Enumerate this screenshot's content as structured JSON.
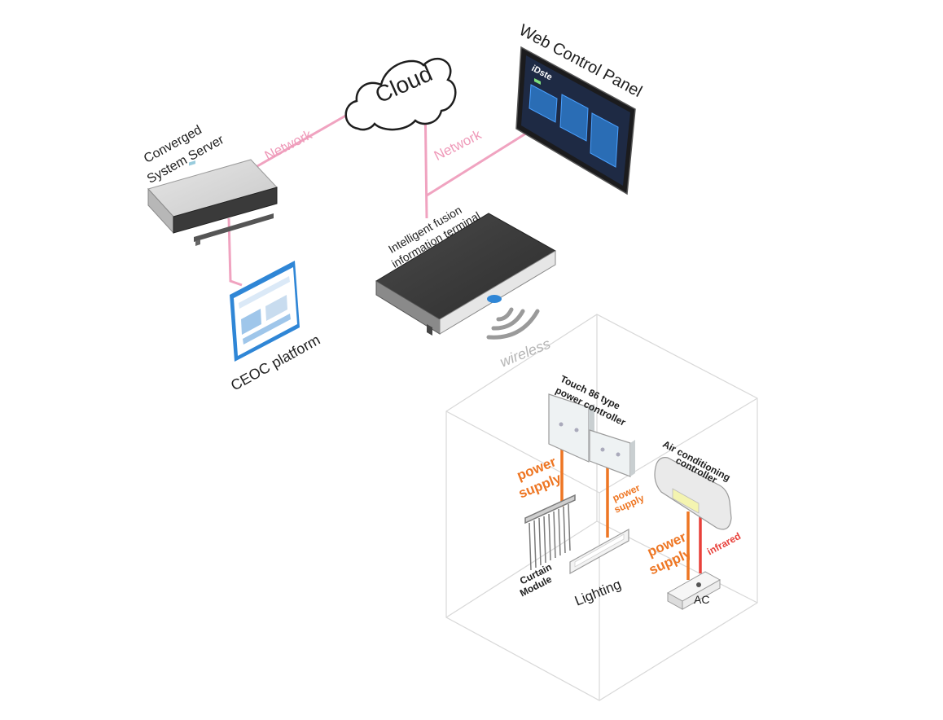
{
  "labels": {
    "cloud": "Cloud",
    "network_left": "Network",
    "network_right": "Network",
    "web_control_panel": "Web Control Panel",
    "converged_server_line1": "Converged",
    "converged_server_line2": "System Server",
    "fusion_terminal_line1": "Intelligent fusion",
    "fusion_terminal_line2": "information terminal",
    "ceoc_platform": "CEOC platform",
    "wireless": "wireless",
    "touch_controller_line1": "Touch 86 type",
    "touch_controller_line2": "power controller",
    "ac_controller_line1": "Air conditioning",
    "ac_controller_line2": "controller",
    "power_supply_1_line1": "power",
    "power_supply_1_line2": "supply",
    "power_supply_2_line1": "power",
    "power_supply_2_line2": "supply",
    "power_supply_3_line1": "power",
    "power_supply_3_line2": "supply",
    "infrared": "infrared",
    "curtain_line1": "Curtain",
    "curtain_line2": "Module",
    "lighting": "Lighting",
    "ac": "AC"
  },
  "panel": {
    "brand": "iDste"
  },
  "colors": {
    "network_line": "#f0a3c0",
    "power_line": "#ee7623",
    "infrared_line": "#e8403a",
    "room_outline": "#d6d6d6",
    "text_dark": "#1f1f1f",
    "accent_blue": "#2f86d6"
  }
}
